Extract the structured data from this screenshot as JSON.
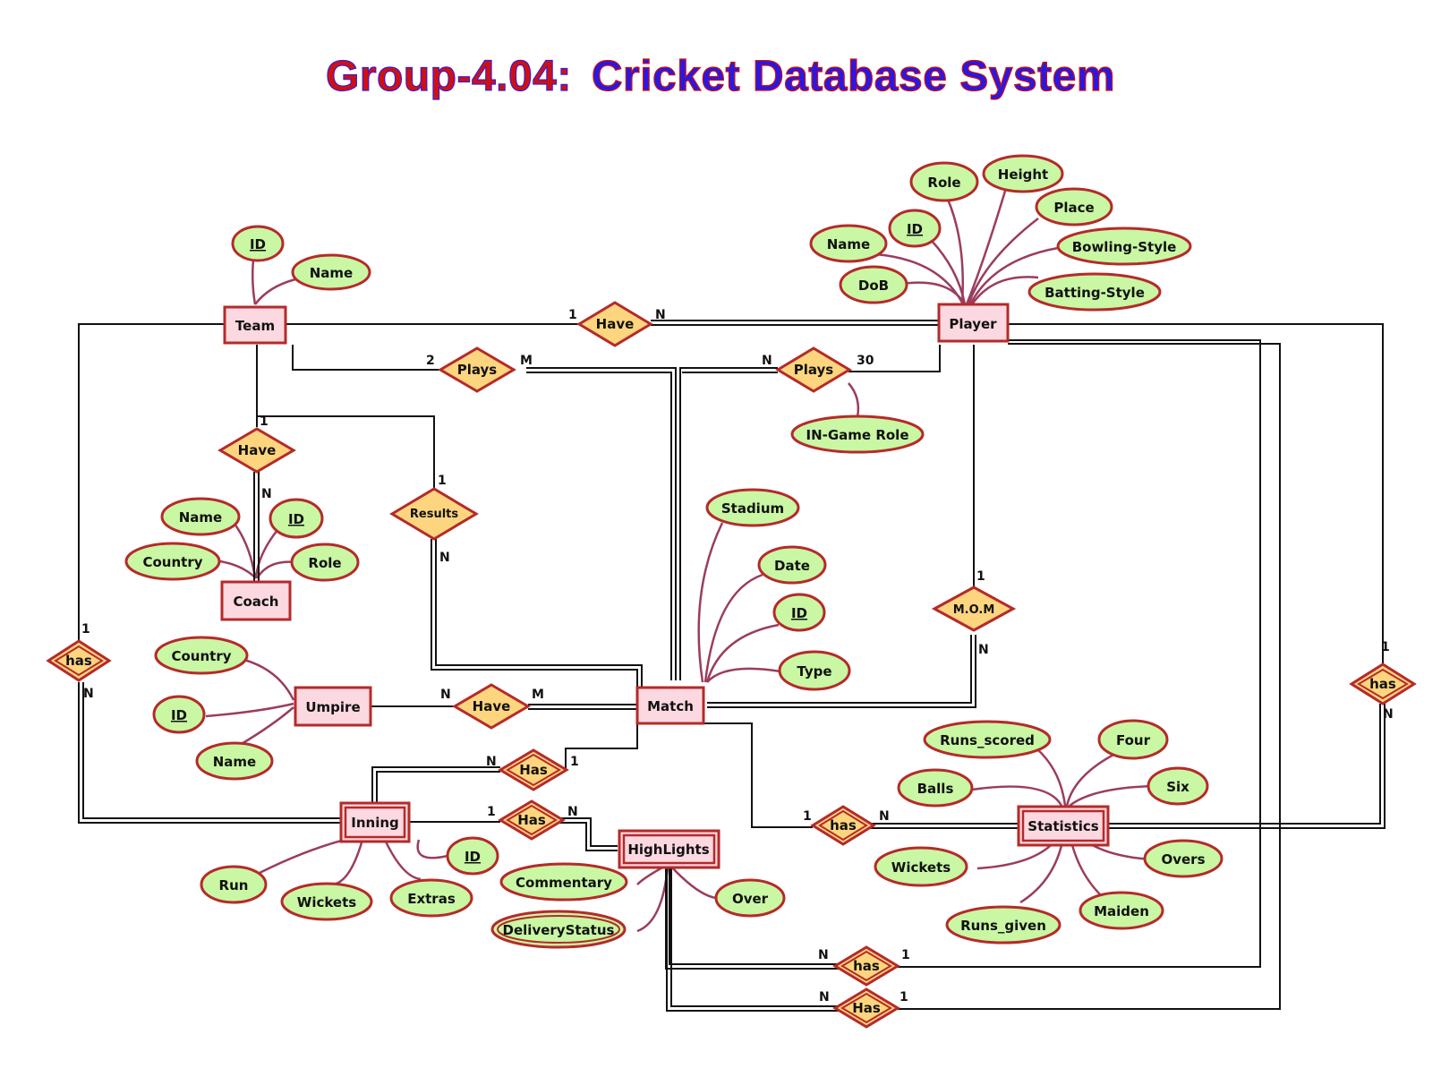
{
  "title": {
    "part1": "Group-4.04:",
    "part2": "Cricket Database System"
  },
  "colors": {
    "entity_fill": "#fcd8e0",
    "entity_stroke": "#b52a2a",
    "relationship_fill": "#fdd57e",
    "attribute_fill": "#c9f7a4",
    "attribute_stroke": "#b52a2a",
    "attribute_link": "#9a3d5e",
    "relationship_line": "#000000",
    "title_red": "#d01010",
    "title_blue": "#2a18e0"
  },
  "entities": {
    "team": "Team",
    "player": "Player",
    "coach": "Coach",
    "umpire": "Umpire",
    "match": "Match",
    "inning": "Inning",
    "highlights": "HighLights",
    "statistics": "Statistics"
  },
  "relationships": {
    "team_have_player": "Have",
    "team_plays_match": "Plays",
    "player_plays_match": "Plays",
    "team_have_coach": "Have",
    "results": "Results",
    "mom": "M.O.M",
    "umpire_have_match": "Have",
    "match_has_inning": "Has",
    "inning_has_highlights": "Has",
    "match_has_statistics": "has",
    "team_has_inning": "has",
    "player_has_statistics": "has",
    "highlights_has_player_1": "has",
    "highlights_has_player_2": "Has"
  },
  "attributes": {
    "team_id": "ID",
    "team_name": "Name",
    "player_role": "Role",
    "player_height": "Height",
    "player_place": "Place",
    "player_id": "ID",
    "player_name": "Name",
    "player_bowling_style": "Bowling-Style",
    "player_dob": "DoB",
    "player_batting_style": "Batting-Style",
    "plays_ingame_role": "IN-Game Role",
    "coach_name": "Name",
    "coach_id": "ID",
    "coach_country": "Country",
    "coach_role": "Role",
    "match_stadium": "Stadium",
    "match_date": "Date",
    "match_id": "ID",
    "match_type": "Type",
    "umpire_country": "Country",
    "umpire_id": "ID",
    "umpire_name": "Name",
    "stats_runs_scored": "Runs_scored",
    "stats_four": "Four",
    "stats_balls": "Balls",
    "stats_six": "Six",
    "stats_wickets": "Wickets",
    "stats_overs": "Overs",
    "stats_runs_given": "Runs_given",
    "stats_maiden": "Maiden",
    "inning_id": "ID",
    "inning_run": "Run",
    "inning_wickets": "Wickets",
    "inning_extras": "Extras",
    "hl_commentary": "Commentary",
    "hl_over": "Over",
    "hl_delivery_status": "DeliveryStatus"
  },
  "cardinalities": {
    "team_have_player_1": "1",
    "team_have_player_n": "N",
    "team_plays_2": "2",
    "team_plays_m": "M",
    "player_plays_n": "N",
    "player_plays_30": "30",
    "team_have_coach_1": "1",
    "team_have_coach_n": "N",
    "results_1": "1",
    "results_n": "N",
    "mom_1": "1",
    "mom_n": "N",
    "umpire_have_n": "N",
    "umpire_have_m": "M",
    "match_has_inning_n": "N",
    "match_has_inning_1": "1",
    "inning_has_hl_1": "1",
    "inning_has_hl_n": "N",
    "match_has_stats_1": "1",
    "match_has_stats_n": "N",
    "team_has_inning_1": "1",
    "team_has_inning_n": "N",
    "player_has_stats_1": "1",
    "player_has_stats_n": "N",
    "hl_has_player1_n": "N",
    "hl_has_player1_1": "1",
    "hl_has_player2_n": "N",
    "hl_has_player2_1": "1"
  }
}
